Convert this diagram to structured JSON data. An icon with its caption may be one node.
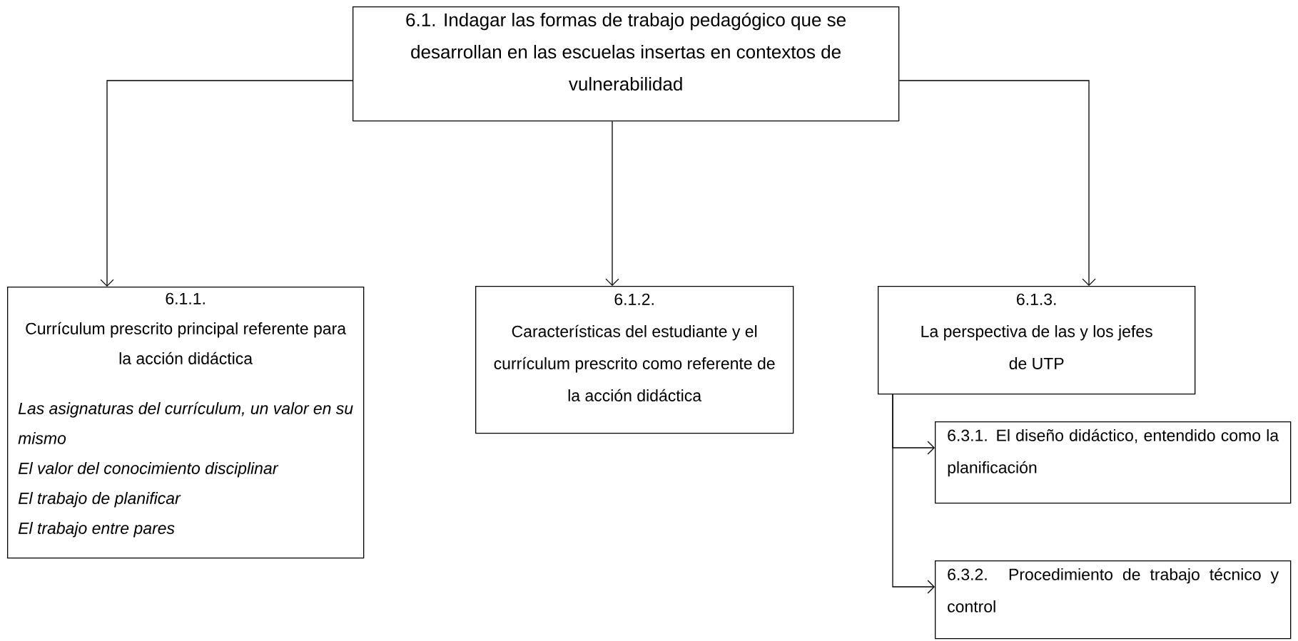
{
  "diagram": {
    "nodes": [
      {
        "text": [
          "6.1. Indagar las formas de trabajo pedagógico que se desarrollan en las escuelas insertas en contextos de vulnerabilidad"
        ]
      },
      {
        "text": [
          "6.1.1.",
          "Currículum prescrito principal referente para la acción didáctica",
          "Las asignaturas del currículum, un valor en su mismo",
          "El valor del conocimiento disciplinar",
          "El trabajo de planificar",
          "El trabajo entre pares"
        ]
      },
      {
        "text": [
          "6.1.2.",
          "Características del estudiante y el currículum prescrito como referente de la acción didáctica"
        ]
      },
      {
        "text": [
          "6.1.3.",
          "La perspectiva de las y los jefes de UTP"
        ]
      },
      {
        "text": [
          "6.3.1.  El diseño didáctico, entendido como la planificación"
        ]
      },
      {
        "text": [
          "6.3.2. Procedimiento de trabajo técnico y control"
        ]
      }
    ],
    "edges": [
      {
        "from": 0,
        "to": 1,
        "arrow": "to"
      },
      {
        "from": 0,
        "to": 2,
        "arrow": "to"
      },
      {
        "from": 0,
        "to": 3,
        "arrow": "to"
      },
      {
        "from": 3,
        "to": 4,
        "arrow": "to"
      },
      {
        "from": 3,
        "to": 5,
        "arrow": "to"
      }
    ]
  }
}
